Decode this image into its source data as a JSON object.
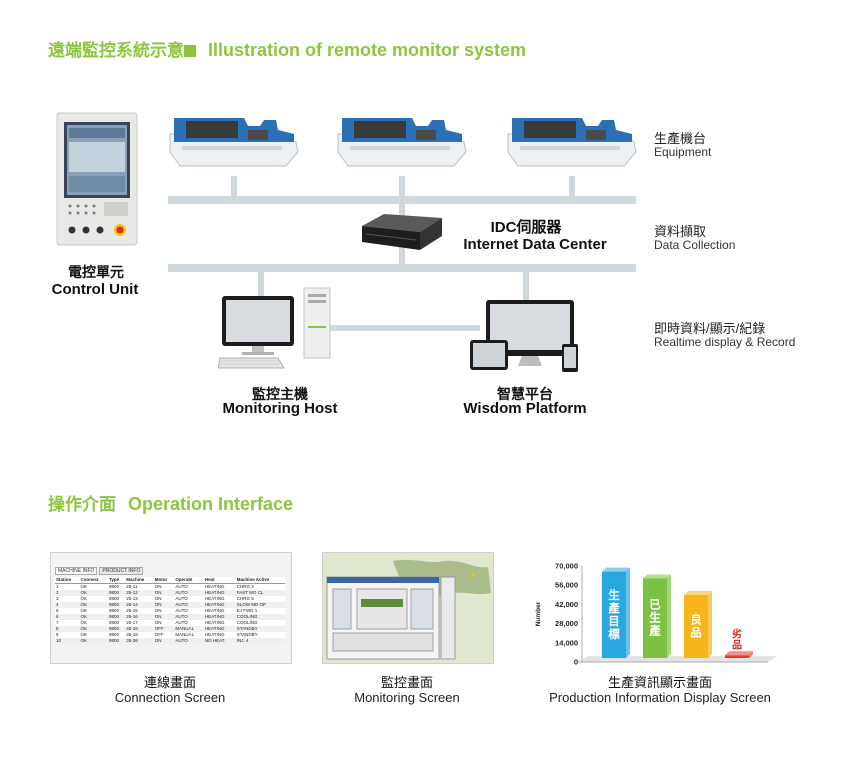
{
  "section1": {
    "title_zh": "遠端監控系統示意",
    "title_en": "Illustration of remote monitor system"
  },
  "levels": [
    {
      "zh": "生產機台",
      "en": "Equipment"
    },
    {
      "zh": "資料擷取",
      "en": "Data Collection"
    },
    {
      "zh": "即時資料/顯示/紀錄",
      "en": "Realtime display & Record"
    }
  ],
  "devices": {
    "control_unit": {
      "zh": "電控單元",
      "en": "Control Unit"
    },
    "idc": {
      "zh": "IDC伺服器",
      "en": "Internet Data Center"
    },
    "monitoring_host": {
      "zh": "監控主機",
      "en": "Monitoring Host"
    },
    "wisdom_platform": {
      "zh": "智慧平台",
      "en": "Wisdom Platform"
    }
  },
  "section2": {
    "title_zh": "操作介面",
    "title_en": "Operation Interface"
  },
  "screens": [
    {
      "zh": "連線畫面",
      "en": "Connection Screen"
    },
    {
      "zh": "監控畫面",
      "en": "Monitoring Screen"
    },
    {
      "zh": "生產資訊顯示畫面",
      "en": "Production Information Display Screen"
    }
  ],
  "conn_table": {
    "tabs": [
      "MACHINE INFO",
      "PRODUCT INFO"
    ],
    "headers": [
      "Station",
      "Connect",
      "Type",
      "Machine",
      "Motor",
      "Operate",
      "Heat",
      "Machine Active"
    ],
    "rows": [
      [
        "1",
        "OK",
        "9800",
        "25-11",
        "ON",
        "AUTO",
        "HEATING",
        "CHRG 3"
      ],
      [
        "2",
        "OK",
        "9800",
        "25-12",
        "ON",
        "AUTO",
        "HEATING",
        "FAST MO CL"
      ],
      [
        "3",
        "OK",
        "9800",
        "25-13",
        "ON",
        "AUTO",
        "HEATING",
        "CHRG 5"
      ],
      [
        "4",
        "OK",
        "9800",
        "25-14",
        "ON",
        "AUTO",
        "HEATING",
        "SLOW MD OP"
      ],
      [
        "5",
        "OK",
        "9800",
        "25-15",
        "ON",
        "AUTO",
        "HEATING",
        "EJ FWD 1"
      ],
      [
        "6",
        "OK",
        "9800",
        "25-16",
        "ON",
        "AUTO",
        "HEATING",
        "COOLING"
      ],
      [
        "7",
        "OK",
        "9800",
        "25-17",
        "ON",
        "AUTO",
        "HEATING",
        "COOLING"
      ],
      [
        "8",
        "OK",
        "9800",
        "45-18",
        "OFF",
        "MANUAL",
        "HEATING",
        "STANDBY"
      ],
      [
        "9",
        "OK",
        "9800",
        "35-18",
        "OFF",
        "MANUAL",
        "HEATING",
        "STANDBY"
      ],
      [
        "10",
        "OK",
        "9800",
        "35-26",
        "ON",
        "AUTO",
        "NO HEAT.",
        "INJ. 4"
      ]
    ]
  },
  "chart_data": {
    "type": "bar",
    "ylabel": "Number",
    "yticks": [
      "70,000",
      "56,000",
      "42,000",
      "28,000",
      "14,000",
      "0"
    ],
    "ylim": [
      0,
      70000
    ],
    "categories": [
      "生產目標",
      "已生產",
      "良品",
      "劣品"
    ],
    "values": [
      63000,
      58000,
      46000,
      2000
    ],
    "colors": [
      "#29a8e0",
      "#7cc242",
      "#f6b51a",
      "#e63a2e"
    ],
    "grid": false
  }
}
